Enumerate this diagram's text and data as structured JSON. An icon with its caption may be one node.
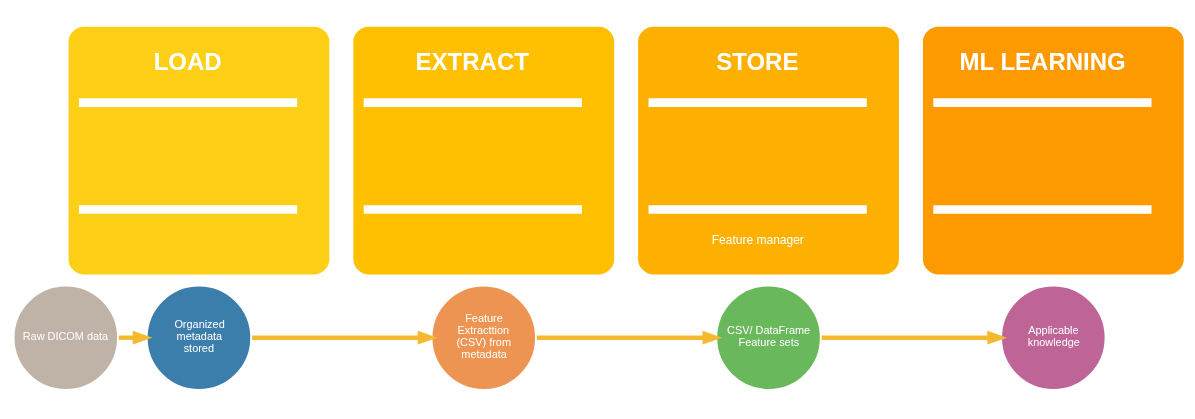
{
  "diagram": {
    "nodes": [
      {
        "text": [
          "LOAD"
        ]
      },
      {
        "text": [
          "EXTRACT"
        ]
      },
      {
        "text": [
          "STORE",
          "Feature manager"
        ]
      },
      {
        "text": [
          "ML LEARNING"
        ]
      },
      {
        "text": [
          "Raw DICOM data"
        ]
      },
      {
        "text": [
          "Organized metadata stored"
        ]
      },
      {
        "text": [
          "Feature Extracttion (CSV) from metadata"
        ]
      },
      {
        "text": [
          "CSV/ DataFrame Feature sets"
        ]
      },
      {
        "text": [
          "Applicable knowledge"
        ]
      }
    ],
    "edges": [
      {
        "from": 4,
        "to": 5,
        "arrow": "to"
      },
      {
        "from": 5,
        "to": 6,
        "arrow": "to"
      },
      {
        "from": 6,
        "to": 7,
        "arrow": "to"
      },
      {
        "from": 7,
        "to": 8,
        "arrow": "to"
      }
    ]
  }
}
